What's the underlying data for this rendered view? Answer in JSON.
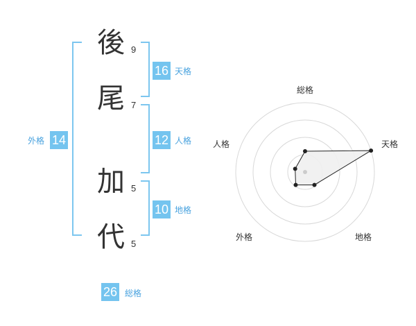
{
  "name_chars": [
    {
      "char": "後",
      "strokes": "9"
    },
    {
      "char": "尾",
      "strokes": "7"
    },
    {
      "char": "加",
      "strokes": "5"
    },
    {
      "char": "代",
      "strokes": "5"
    }
  ],
  "kakusu": {
    "tenkaku": {
      "value": "16",
      "label": "天格"
    },
    "jinkaku": {
      "value": "12",
      "label": "人格"
    },
    "chikaku": {
      "value": "10",
      "label": "地格"
    },
    "gaikaku": {
      "value": "14",
      "label": "外格"
    },
    "soukaku": {
      "value": "26",
      "label": "総格"
    }
  },
  "colors": {
    "accent": "#74c4ef",
    "bracket": "#7cc6ef",
    "label": "#4aa3df",
    "text": "#333333"
  },
  "chart_data": {
    "type": "radar",
    "axes": [
      "総格",
      "天格",
      "地格",
      "外格",
      "人格"
    ],
    "values": [
      0.3,
      1.0,
      0.23,
      0.23,
      0.15
    ],
    "rings": 4
  }
}
